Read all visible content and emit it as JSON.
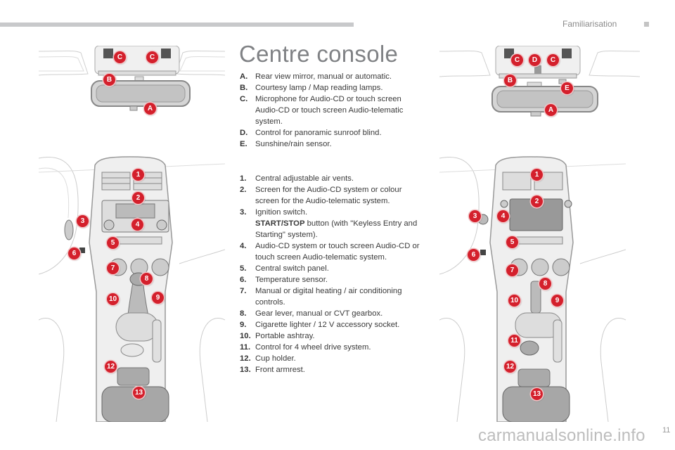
{
  "header": {
    "section": "Familiarisation"
  },
  "title": "Centre console",
  "lettered_items": [
    {
      "key": "A.",
      "text": "Rear view mirror, manual or automatic."
    },
    {
      "key": "B.",
      "text": "Courtesy lamp / Map reading lamps."
    },
    {
      "key": "C.",
      "text": "Microphone for Audio-CD or touch screen Audio-CD or touch screen Audio-telematic system."
    },
    {
      "key": "D.",
      "text": "Control for panoramic sunroof blind."
    },
    {
      "key": "E.",
      "text": "Sunshine/rain sensor."
    }
  ],
  "numbered_items": [
    {
      "key": "1.",
      "text": "Central adjustable air vents."
    },
    {
      "key": "2.",
      "text": "Screen for the Audio-CD system or colour screen for the Audio-telematic system."
    },
    {
      "key": "3.",
      "text": "Ignition switch.",
      "bold": "START/STOP",
      "rest": " button (with \"Keyless Entry and Starting\" system)."
    },
    {
      "key": "4.",
      "text": "Audio-CD system or touch screen Audio-CD or touch screen Audio-telematic system."
    },
    {
      "key": "5.",
      "text": "Central switch panel."
    },
    {
      "key": "6.",
      "text": "Temperature sensor."
    },
    {
      "key": "7.",
      "text": "Manual or digital heating / air conditioning controls."
    },
    {
      "key": "8.",
      "text": "Gear lever, manual or CVT gearbox."
    },
    {
      "key": "9.",
      "text": "Cigarette lighter / 12 V accessory socket."
    },
    {
      "key": "10.",
      "text": "Portable ashtray."
    },
    {
      "key": "11.",
      "text": "Control for 4 wheel drive system."
    },
    {
      "key": "12.",
      "text": "Cup holder."
    },
    {
      "key": "13.",
      "text": "Front armrest."
    }
  ],
  "diagrams": {
    "mirror_left_markers": [
      "C",
      "C",
      "B",
      "A"
    ],
    "mirror_right_markers": [
      "C",
      "D",
      "C",
      "B",
      "E",
      "A"
    ],
    "console_left_markers": [
      "1",
      "2",
      "3",
      "4",
      "5",
      "6",
      "7",
      "8",
      "9",
      "10",
      "12",
      "13"
    ],
    "console_right_markers": [
      "1",
      "2",
      "3",
      "4",
      "5",
      "6",
      "7",
      "8",
      "9",
      "10",
      "11",
      "12",
      "13"
    ],
    "marker_color": "#d4202c"
  },
  "footer": {
    "watermark": "carmanualsonline.info",
    "page_number": "11"
  }
}
